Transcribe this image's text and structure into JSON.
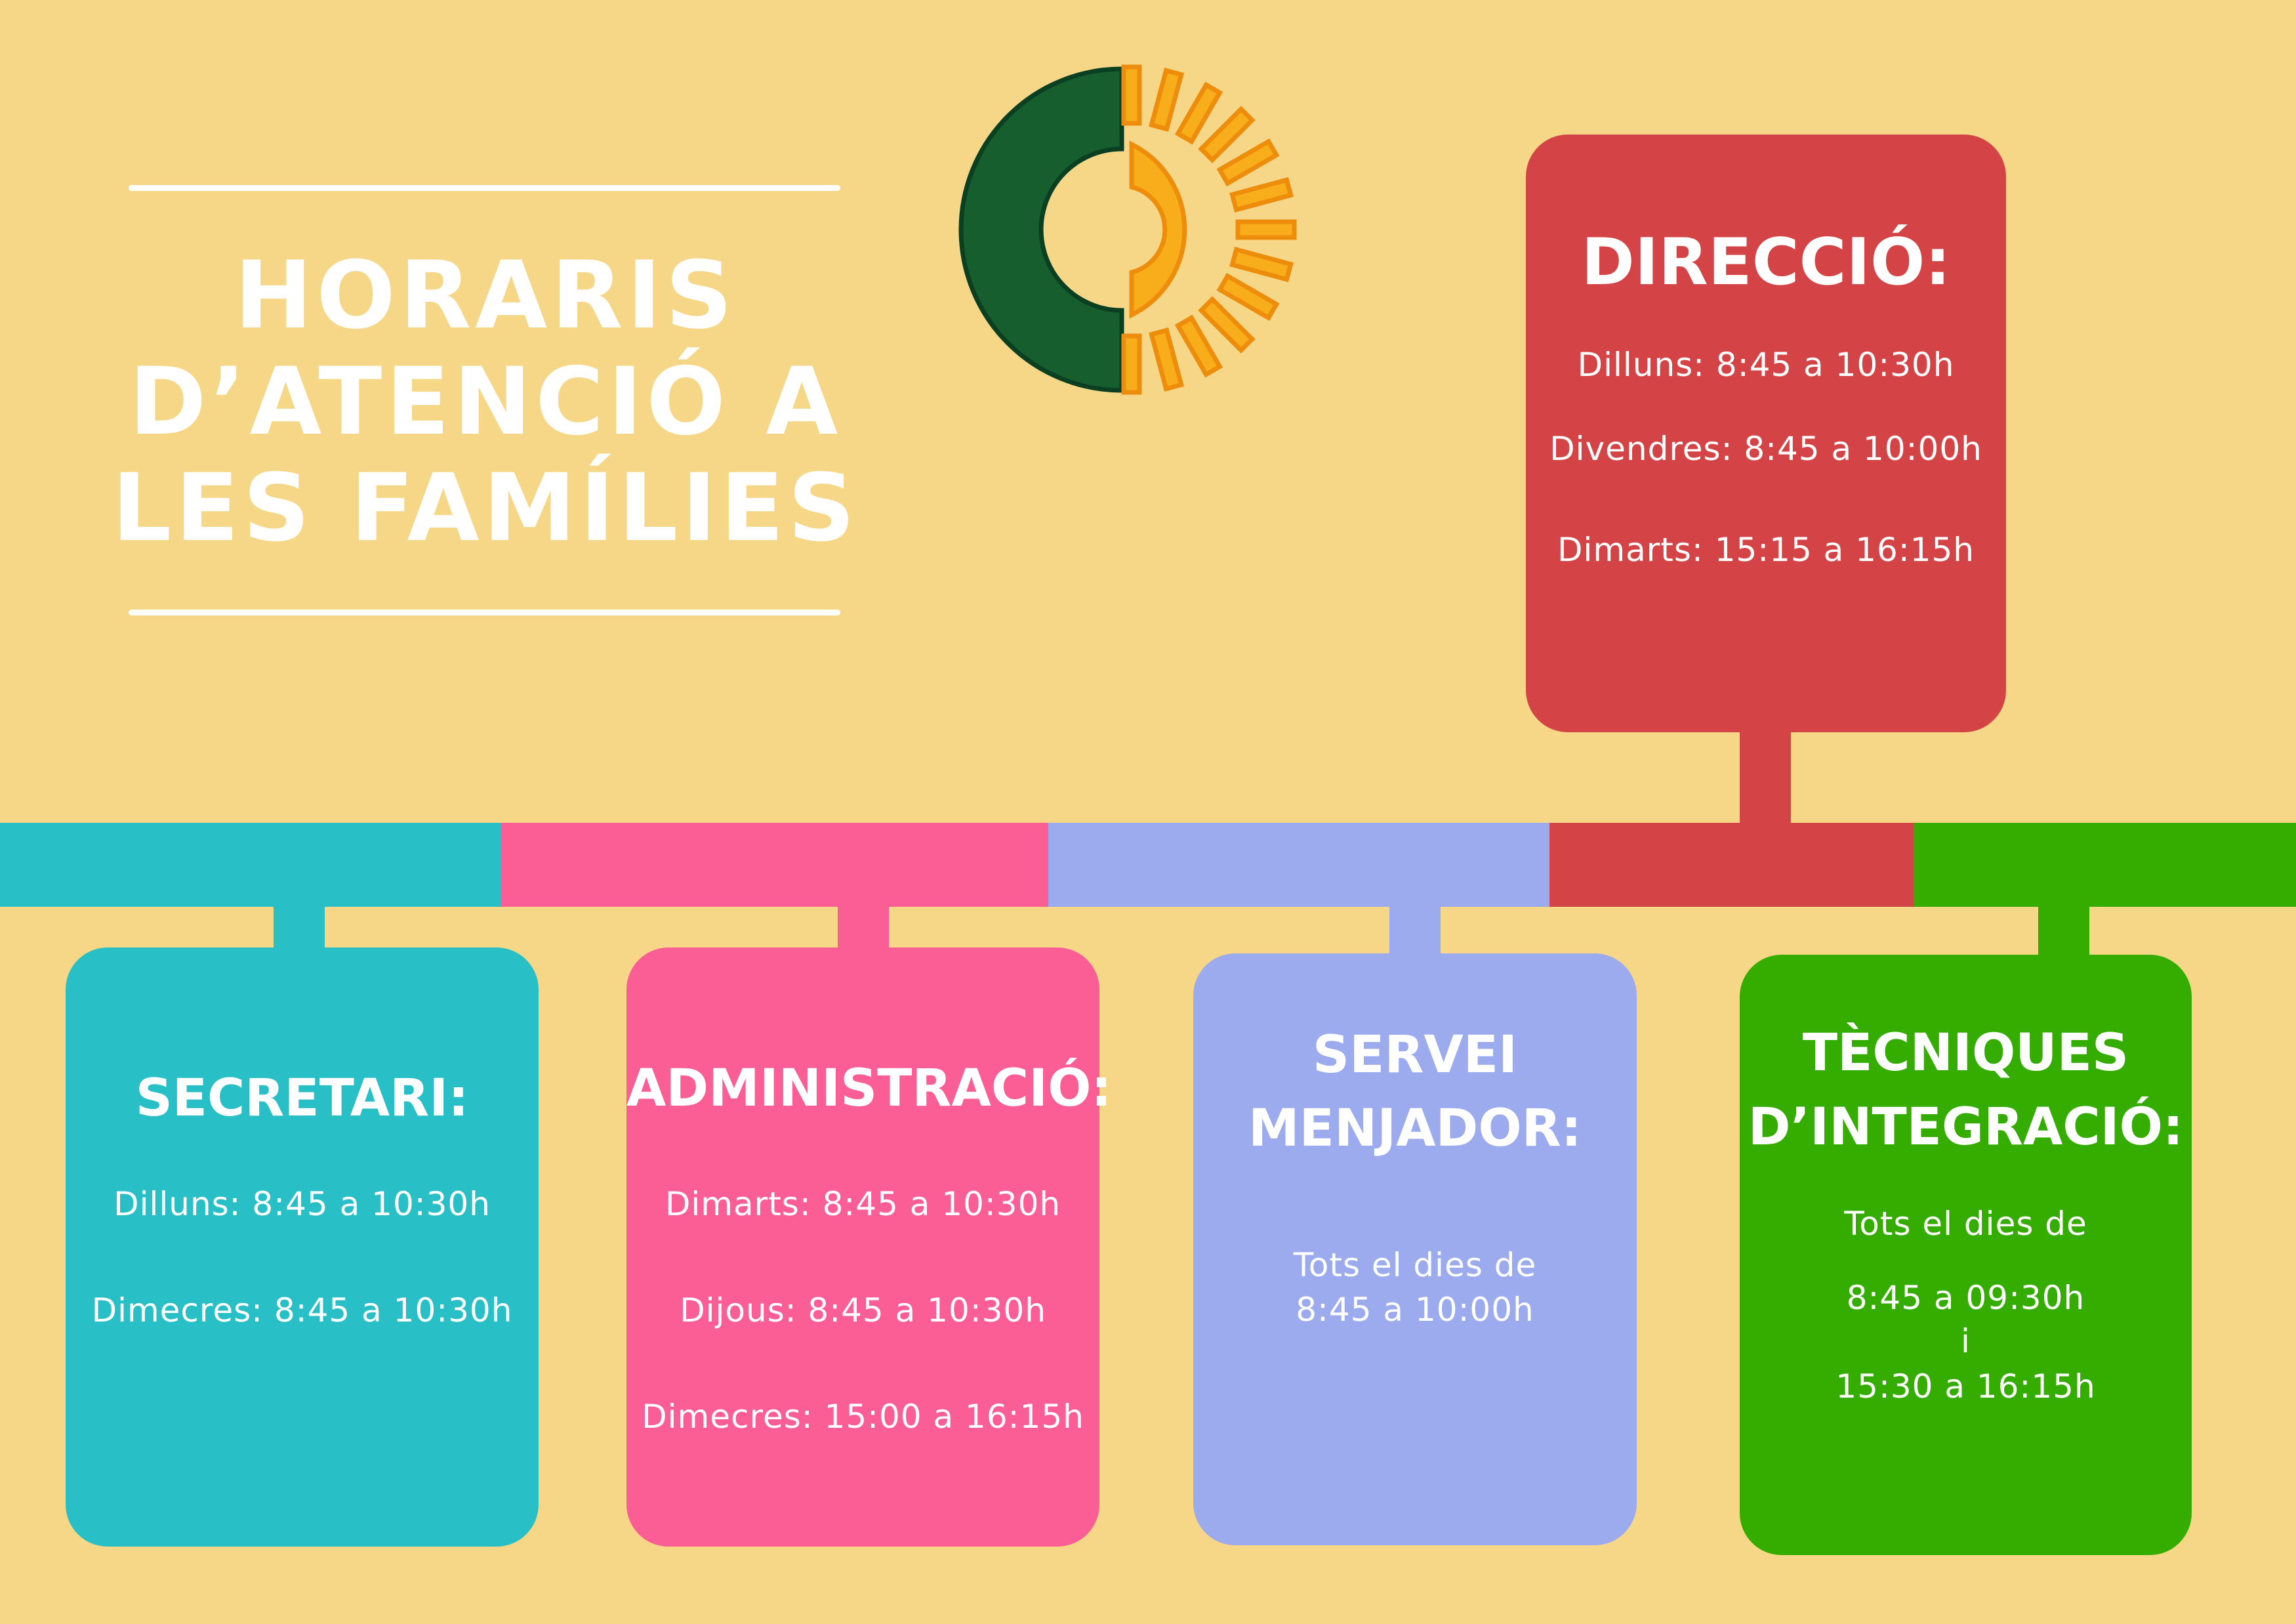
{
  "title": {
    "lines": [
      "HORARIS",
      "D’ATENCIÓ A",
      "LES FAMÍLIES"
    ]
  },
  "colors": {
    "background": "#F5D787",
    "secretari": "#29BFC6",
    "administracio": "#FA5E94",
    "menjador": "#9CABEE",
    "direccio": "#D44446",
    "tecniques": "#35AC00",
    "logo_green": "#175E2E",
    "logo_orange": "#F7AE1A"
  },
  "logo": {
    "icon": "school-sun-logo"
  },
  "direccio": {
    "heading": "DIRECCIÓ:",
    "lines": [
      "Dilluns: 8:45 a 10:30h",
      "Divendres: 8:45 a 10:00h",
      "Dimarts: 15:15 a 16:15h"
    ]
  },
  "secretari": {
    "heading": "SECRETARI:",
    "lines": [
      "Dilluns: 8:45 a 10:30h",
      "Dimecres: 8:45 a 10:30h"
    ]
  },
  "administracio": {
    "heading": "ADMINISTRACIÓ:",
    "lines": [
      "Dimarts: 8:45 a 10:30h",
      "Dijous: 8:45 a 10:30h",
      "Dimecres: 15:00 a 16:15h"
    ]
  },
  "menjador": {
    "heading": [
      "SERVEI",
      "MENJADOR:"
    ],
    "lines": [
      "Tots el dies de",
      "8:45 a 10:00h"
    ]
  },
  "tecniques": {
    "heading": [
      "TÈCNIQUES",
      "D’INTEGRACIÓ:"
    ],
    "lines": [
      "Tots el dies de",
      "8:45 a 09:30h",
      "i",
      "15:30 a 16:15h"
    ]
  }
}
